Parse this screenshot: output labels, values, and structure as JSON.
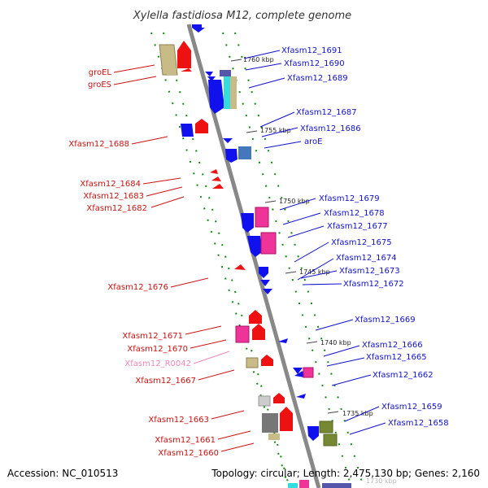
{
  "title": "Xylella fastidiosa M12, complete genome",
  "footer": {
    "accession": "Accession: NC_010513",
    "summary": "Topology: circular; Length: 2,475,130 bp; Genes: 2,160"
  },
  "scale_marks": [
    "1760 kbp",
    "1755 kbp",
    "1750 kbp",
    "1745 kbp",
    "1740 kbp",
    "1735 kbp",
    "1730 kbp"
  ],
  "left_labels": [
    {
      "text": "groEL",
      "kind": "gene"
    },
    {
      "text": "groES",
      "kind": "gene"
    },
    {
      "text": "Xfasm12_1688",
      "kind": "gene"
    },
    {
      "text": "Xfasm12_1684",
      "kind": "gene"
    },
    {
      "text": "Xfasm12_1683",
      "kind": "gene"
    },
    {
      "text": "Xfasm12_1682",
      "kind": "gene"
    },
    {
      "text": "Xfasm12_1676",
      "kind": "gene"
    },
    {
      "text": "Xfasm12_1671",
      "kind": "gene"
    },
    {
      "text": "Xfasm12_1670",
      "kind": "gene"
    },
    {
      "text": "Xfasm12_R0042",
      "kind": "rna"
    },
    {
      "text": "Xfasm12_1667",
      "kind": "gene"
    },
    {
      "text": "Xfasm12_1663",
      "kind": "gene"
    },
    {
      "text": "Xfasm12_1661",
      "kind": "gene"
    },
    {
      "text": "Xfasm12_1660",
      "kind": "gene"
    }
  ],
  "right_labels": [
    {
      "text": "Xfasm12_1691"
    },
    {
      "text": "Xfasm12_1690"
    },
    {
      "text": "Xfasm12_1689"
    },
    {
      "text": "Xfasm12_1687"
    },
    {
      "text": "Xfasm12_1686"
    },
    {
      "text": "aroE"
    },
    {
      "text": "Xfasm12_1679"
    },
    {
      "text": "Xfasm12_1678"
    },
    {
      "text": "Xfasm12_1677"
    },
    {
      "text": "Xfasm12_1675"
    },
    {
      "text": "Xfasm12_1674"
    },
    {
      "text": "Xfasm12_1673"
    },
    {
      "text": "Xfasm12_1672"
    },
    {
      "text": "Xfasm12_1669"
    },
    {
      "text": "Xfasm12_1666"
    },
    {
      "text": "Xfasm12_1665"
    },
    {
      "text": "Xfasm12_1662"
    },
    {
      "text": "Xfasm12_1659"
    },
    {
      "text": "Xfasm12_1658"
    }
  ],
  "colors": {
    "forward_strand": "#ee1111",
    "reverse_strand": "#1111ee",
    "left_label": "#cc1111",
    "right_label": "#1111cc",
    "rna_label": "#ee88bb",
    "backbone": "#888888",
    "tick": "#118811"
  }
}
